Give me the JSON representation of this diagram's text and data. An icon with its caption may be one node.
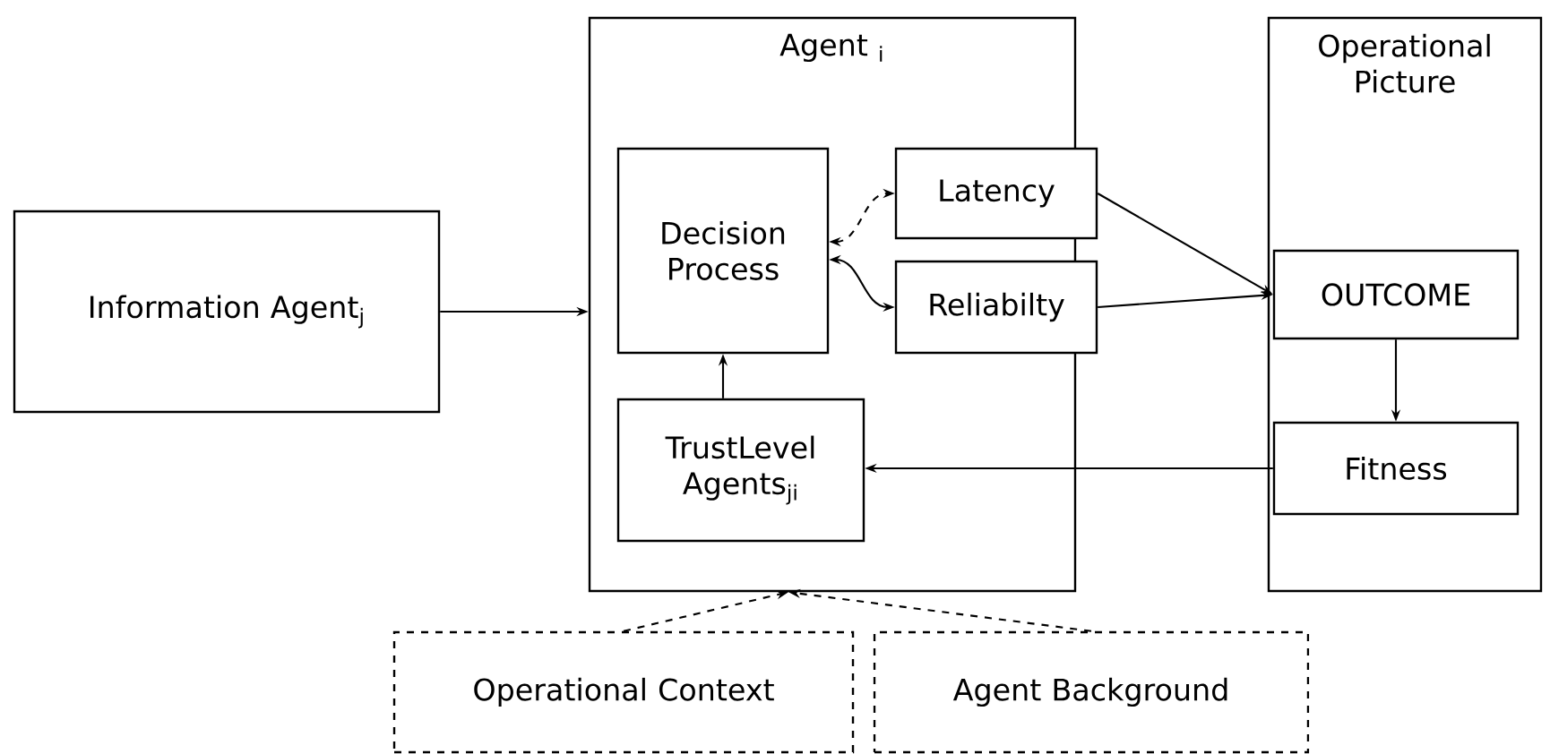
{
  "diagram": {
    "nodes": [
      {
        "text": [
          "Information Agent$_{j}$"
        ]
      },
      {
        "text": [
          "Agent $_{i}$"
        ]
      },
      {
        "text": [
          "Operational Picture"
        ]
      },
      {
        "text": [
          "Decision Process"
        ],
        "in": 1
      },
      {
        "text": [
          "Latency"
        ],
        "in": 1
      },
      {
        "text": [
          "Reliabilty"
        ],
        "in": 1
      },
      {
        "text": [
          "TrustLevel Agents$_{ji}$"
        ],
        "in": 1
      },
      {
        "text": [
          "OUTCOME"
        ],
        "in": 2
      },
      {
        "text": [
          "Fitness"
        ],
        "in": 2
      },
      {
        "text": [
          "Operational Context"
        ]
      },
      {
        "text": [
          "Agent Background"
        ]
      }
    ],
    "edges": [
      {
        "from": 0,
        "to": 1,
        "arrow": "to"
      },
      {
        "from": 3,
        "to": 4,
        "arrow": "both",
        "style": "dashed"
      },
      {
        "from": 3,
        "to": 5,
        "arrow": "both"
      },
      {
        "from": 6,
        "to": 3,
        "arrow": "to"
      },
      {
        "from": 4,
        "to": 7,
        "arrow": "to"
      },
      {
        "from": 5,
        "to": 7,
        "arrow": "to"
      },
      {
        "from": 7,
        "to": 8,
        "arrow": "to"
      },
      {
        "from": 8,
        "to": 6,
        "arrow": "to"
      },
      {
        "from": 9,
        "to": 1,
        "arrow": "to",
        "style": "dashed"
      },
      {
        "from": 10,
        "to": 1,
        "arrow": "to",
        "style": "dashed"
      }
    ]
  }
}
